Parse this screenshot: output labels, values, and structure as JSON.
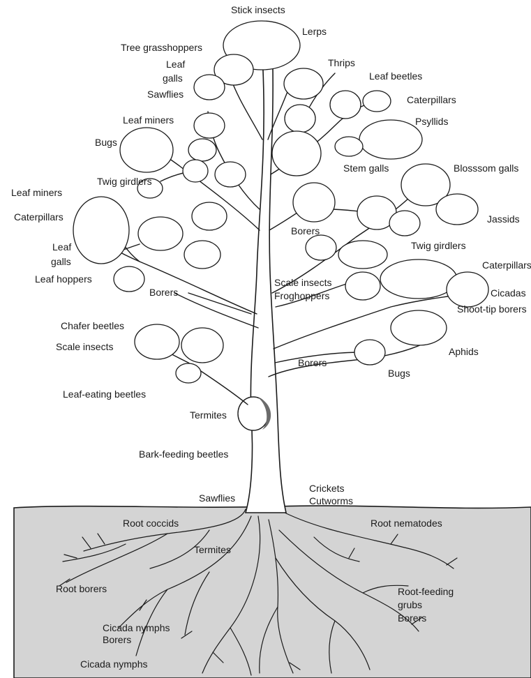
{
  "colors": {
    "ink": "#1a1a1a",
    "ground": "#d4d4d4",
    "paper": "#ffffff",
    "wound": "#6b6b6b"
  },
  "labels": {
    "stick_insects": "Stick insects",
    "lerps": "Lerps",
    "tree_grasshoppers": "Tree grasshoppers",
    "thrips": "Thrips",
    "leaf_galls_top_1": "Leaf",
    "leaf_galls_top_2": "galls",
    "leaf_beetles": "Leaf beetles",
    "sawflies_top": "Sawflies",
    "caterpillars_top_right": "Caterpillars",
    "psyllids": "Psyllids",
    "leaf_miners_upper": "Leaf miners",
    "bugs_upper": "Bugs",
    "stem_galls": "Stem galls",
    "blossom_galls": "Blosssom galls",
    "twig_girdlers_left": "Twig girdlers",
    "leaf_miners_left": "Leaf miners",
    "caterpillars_left": "Caterpillars",
    "jassids": "Jassids",
    "borers_mid": "Borers",
    "leaf_galls_left_1": "Leaf",
    "leaf_galls_left_2": "galls",
    "twig_girdlers_right": "Twig girdlers",
    "leaf_hoppers": "Leaf hoppers",
    "caterpillars_right": "Caterpillars",
    "borers_left": "Borers",
    "scale_insects_upper": "Scale insects",
    "cicadas": "Cicadas",
    "froghoppers": "Froghoppers",
    "shoot_tip_borers": "Shoot-tip borers",
    "chafer_beetles": "Chafer beetles",
    "scale_insects_lower": "Scale insects",
    "aphids": "Aphids",
    "borers_right": "Borers",
    "bugs_lower": "Bugs",
    "leaf_eating_beetles": "Leaf-eating beetles",
    "termites_trunk": "Termites",
    "bark_feeding_beetles": "Bark-feeding beetles",
    "crickets": "Crickets",
    "sawflies_lower": "Sawflies",
    "cutworms": "Cutworms",
    "root_coccids": "Root coccids",
    "root_nematodes": "Root nematodes",
    "termites_ground": "Termites",
    "root_borers": "Root borers",
    "root_feeding_1": "Root-feeding",
    "root_feeding_2": "grubs",
    "borers_root": "Borers",
    "cicada_nymphs_1": "Cicada nymphs",
    "borers_deep": "Borers",
    "cicada_nymphs_2": "Cicada nymphs"
  }
}
